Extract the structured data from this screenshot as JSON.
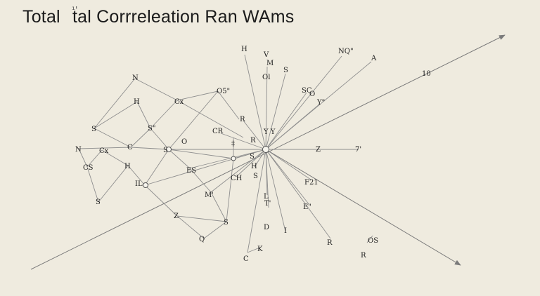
{
  "title": {
    "text": "Total",
    "mark": "¹ꞌ",
    "rest": "tal Corrreleation Ran WAms"
  },
  "colors": {
    "background": "#efebdf",
    "edge": "#8e8e8e",
    "text": "#222222"
  },
  "labels": {
    "H_top": "H",
    "V_top": "V",
    "M_top": "M",
    "Ol": "Ol",
    "S_top": "S",
    "NQ": "NQ\"",
    "A": "A",
    "n10": "10",
    "N": "N",
    "H1": "H",
    "Cx": "Cx",
    "O5": "O5\"",
    "SC": "SC",
    "O_sc": "O",
    "Y": "Y\"",
    "S1": "S",
    "S2": "S\"",
    "R1": "R",
    "CR": "CR",
    "YY": "Y Y",
    "N2": "N",
    "Cx2": "Cx",
    "C1": "C",
    "S3": "S",
    "O1": "O",
    "R2": "R",
    "Z": "Z",
    "seven": "7'",
    "S4": "S",
    "CS": "CS",
    "H2": "H",
    "ES": "ES",
    "H3": "H",
    "CH": "CH",
    "S5": "S",
    "IL": "IL",
    "F21": "F21",
    "S6": "S",
    "M1": "M'",
    "L": "L",
    "T": "T'",
    "Z2": "Z",
    "S7": "S",
    "E": "E\"",
    "D": "D",
    "I": "I",
    "Q": "Q",
    "R3": "R",
    "OS": "OS",
    "R4": "R",
    "K": "K",
    "C2": "C",
    "mark2": "‡"
  }
}
